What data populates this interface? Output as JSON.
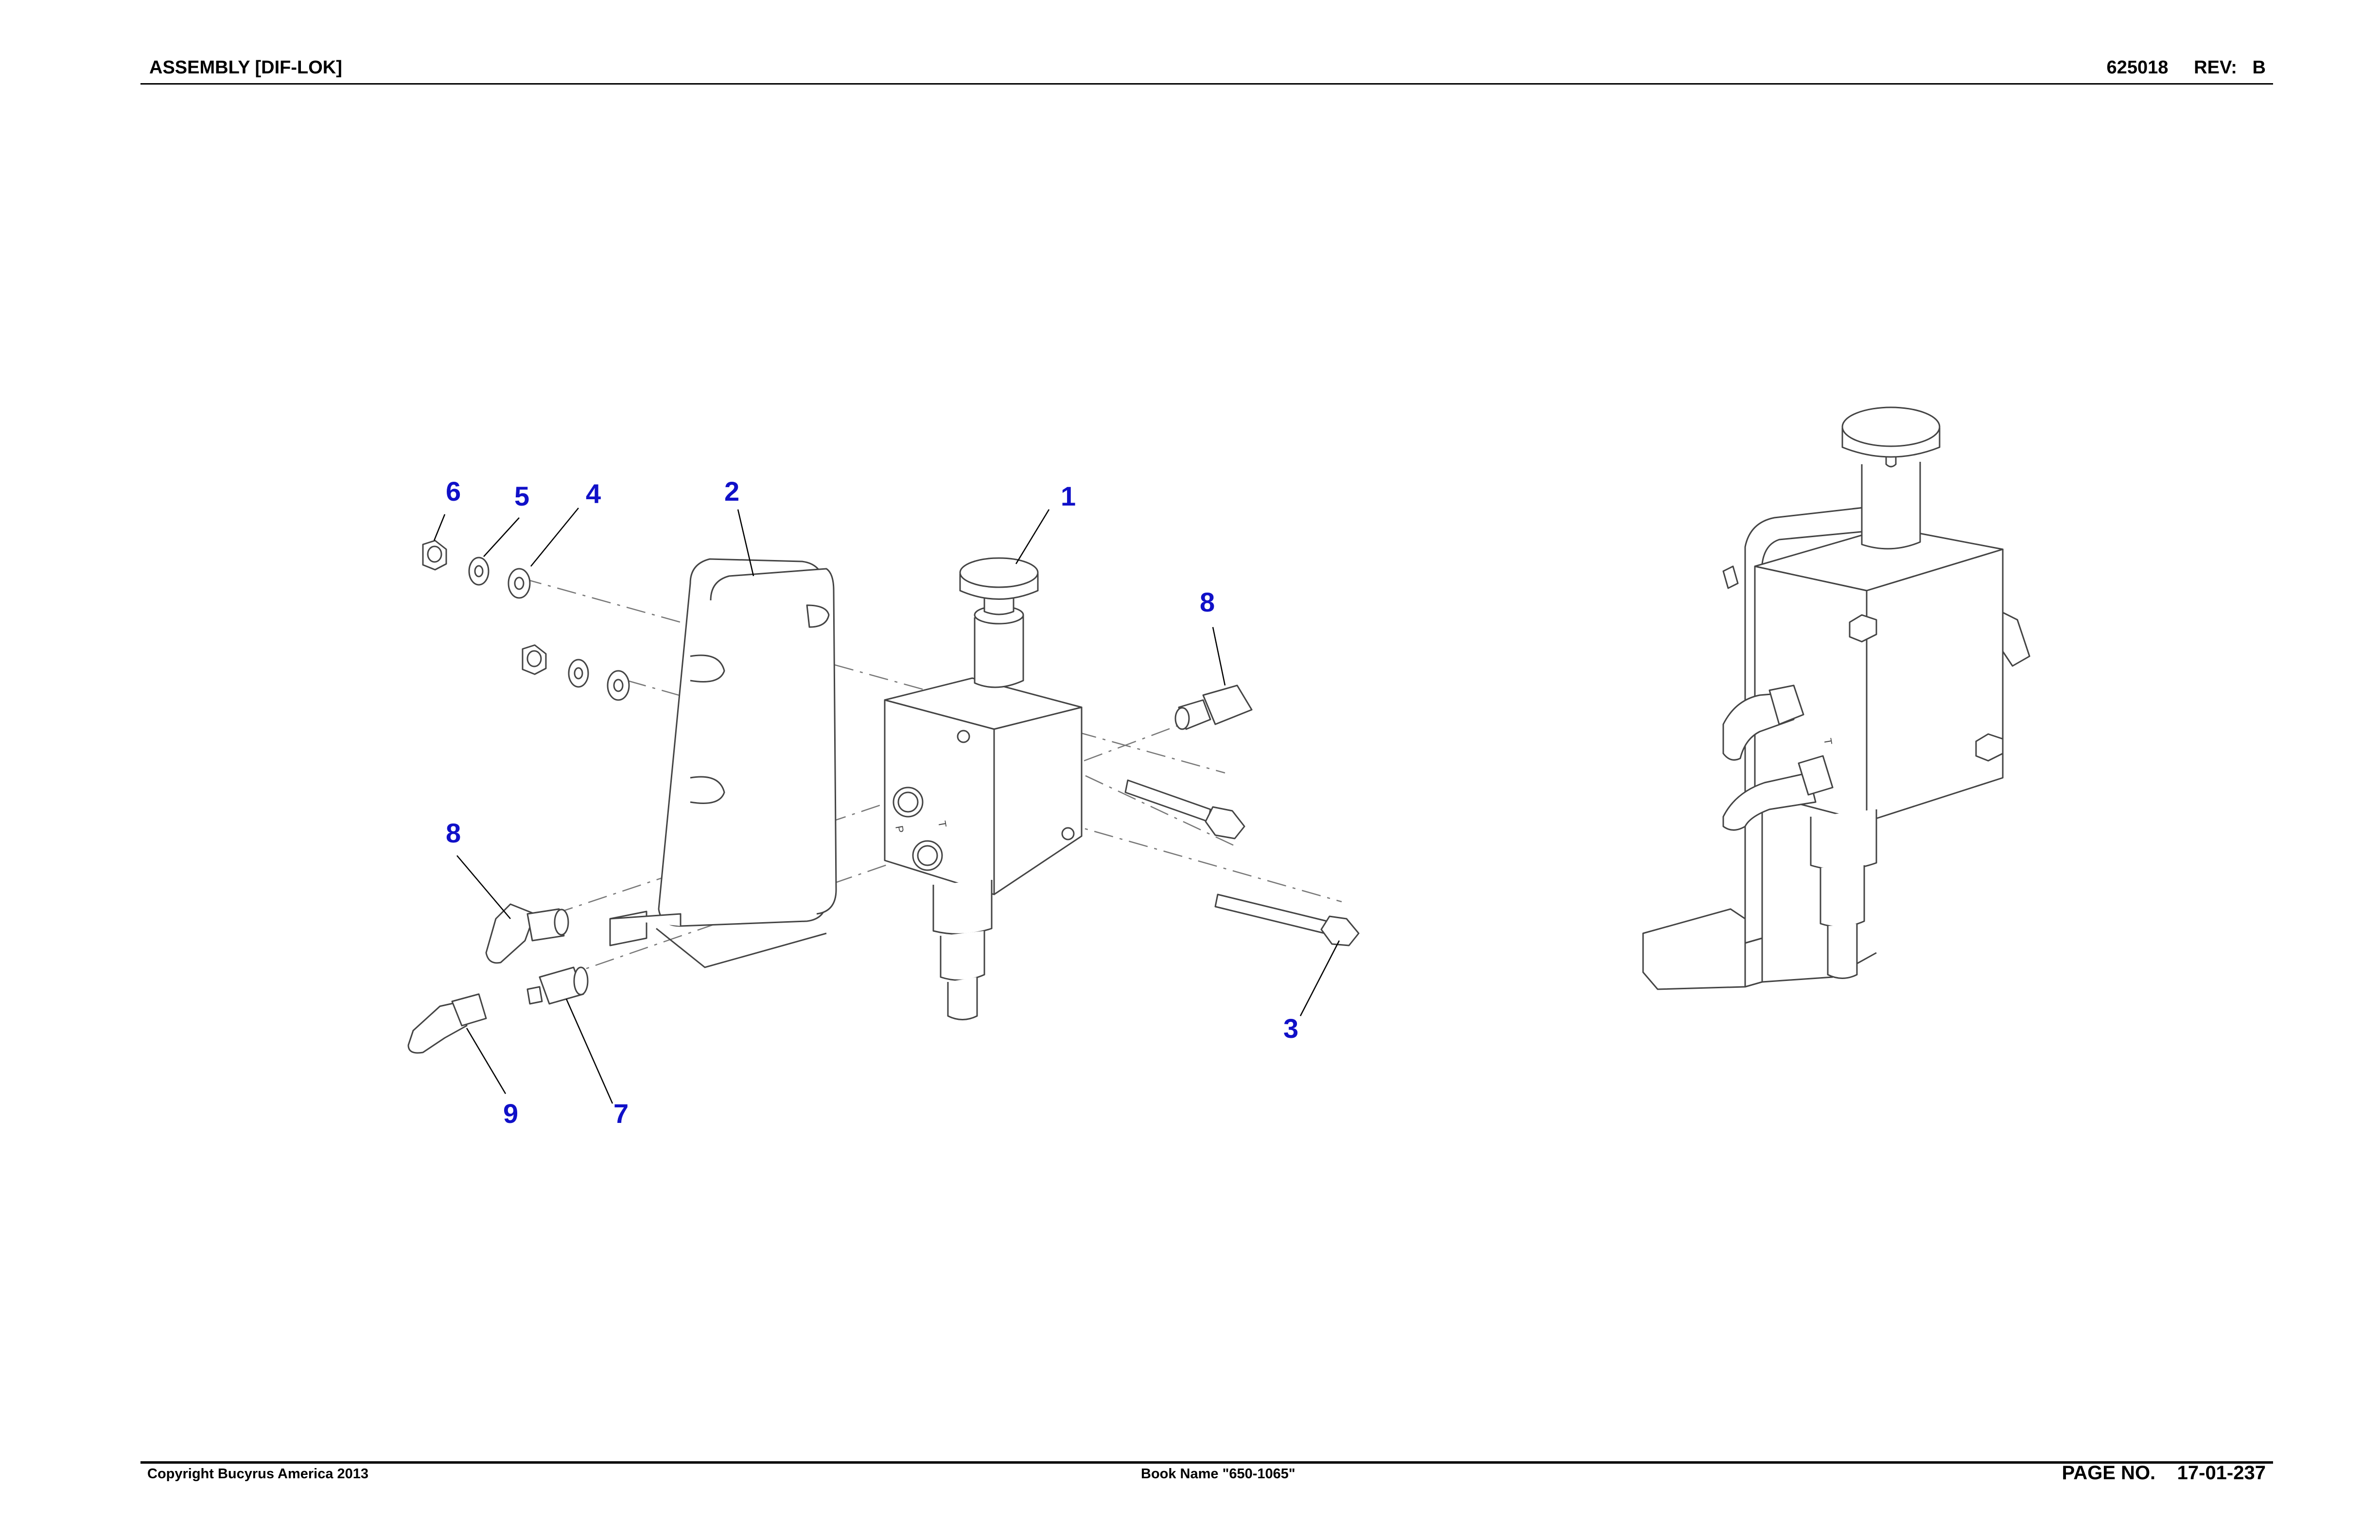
{
  "header": {
    "title": "ASSEMBLY [DIF-LOK]",
    "part_number": "625018",
    "rev_label": "REV:",
    "rev_value": "B"
  },
  "footer": {
    "copyright": "Copyright Bucyrus America 2013",
    "book_name": "Book Name \"650-1065\"",
    "page_label": "PAGE NO.",
    "page_value": "17-01-237"
  },
  "callouts": {
    "c1": "1",
    "c2": "2",
    "c3": "3",
    "c4": "4",
    "c5": "5",
    "c6": "6",
    "c7": "7",
    "c8a": "8",
    "c8b": "8",
    "c9": "9"
  },
  "port_labels": {
    "p": "P",
    "t": "T",
    "t_assembled": "T"
  }
}
